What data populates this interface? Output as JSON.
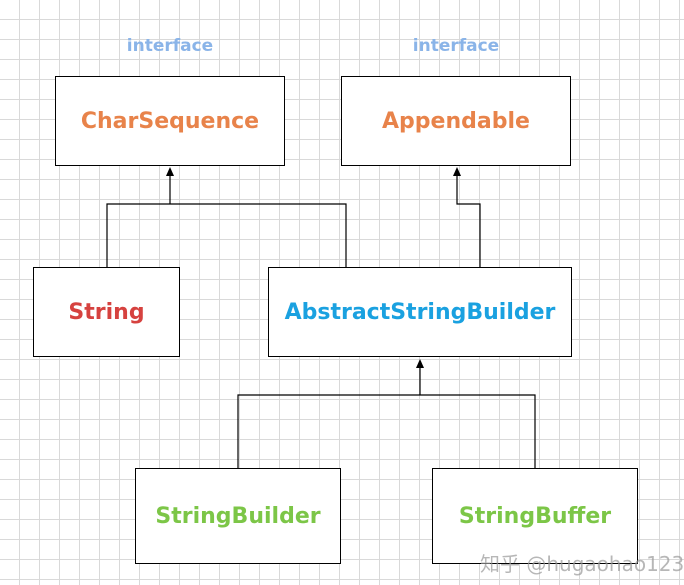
{
  "stereotypes": {
    "left": "interface",
    "right": "interface"
  },
  "nodes": {
    "char_sequence": "CharSequence",
    "appendable": "Appendable",
    "string": "String",
    "abstract_string_builder": "AbstractStringBuilder",
    "string_builder": "StringBuilder",
    "string_buffer": "StringBuffer"
  },
  "colors": {
    "interface_label": "#8ab4e8",
    "interface_name": "#e8834a",
    "string": "#d6423f",
    "abstract_class": "#1aa1e0",
    "concrete_class": "#7cc647"
  },
  "watermark": "知乎 @hugaohao123"
}
